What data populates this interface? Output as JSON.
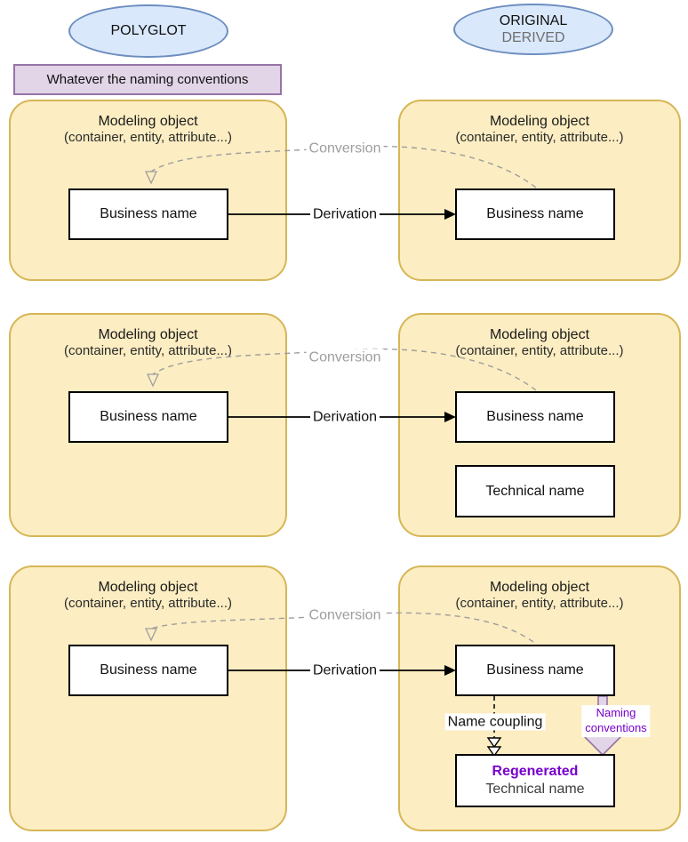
{
  "header": {
    "polyglot": "POLYGLOT",
    "original_line1": "ORIGINAL",
    "original_line2": "DERIVED",
    "banner": "Whatever the naming conventions"
  },
  "edge_labels": {
    "conversion": "Conversion",
    "derivation": "Derivation",
    "name_coupling": "Name coupling",
    "naming_conventions_line1": "Naming",
    "naming_conventions_line2": "conventions"
  },
  "rows": [
    {
      "left": {
        "title": "Modeling object",
        "subtitle": "(container, entity, attribute...)",
        "business": "Business name"
      },
      "right": {
        "title": "Modeling object",
        "subtitle": "(container, entity, attribute...)",
        "business": "Business name"
      }
    },
    {
      "left": {
        "title": "Modeling object",
        "subtitle": "(container, entity, attribute...)",
        "business": "Business name"
      },
      "right": {
        "title": "Modeling object",
        "subtitle": "(container, entity, attribute...)",
        "business": "Business name",
        "technical": "Technical name"
      }
    },
    {
      "left": {
        "title": "Modeling object",
        "subtitle": "(container, entity, attribute...)",
        "business": "Business name"
      },
      "right": {
        "title": "Modeling object",
        "subtitle": "(container, entity, attribute...)",
        "business": "Business name",
        "regenerated": "Regenerated",
        "regenerated_sub": "Technical name"
      }
    }
  ],
  "colors": {
    "container_fill": "#FCEDC2",
    "container_border": "#D6B656",
    "ellipse_fill": "#DAE8FC",
    "ellipse_border": "#6C8EBF",
    "banner_fill": "#E1D5E7",
    "banner_border": "#9673A6",
    "edge_gray": "#9E9E9E",
    "purple_text": "#7700CC",
    "block_arrow_fill": "#E1D5E7",
    "block_arrow_border": "#9673A6",
    "derived_text": "#6E6E6E"
  }
}
